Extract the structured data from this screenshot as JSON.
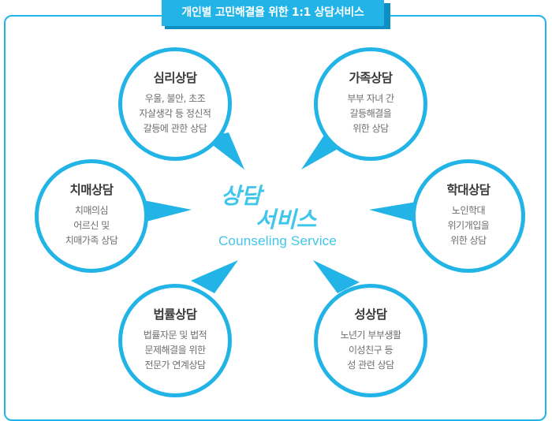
{
  "banner": {
    "text": "개인별 고민해결을 위한 1:1 상담서비스"
  },
  "center": {
    "title": "상담서비스",
    "subtitle": "Counseling Service"
  },
  "colors": {
    "accent": "#22b4e6",
    "banner_shadow": "#0d8fc4",
    "title_text": "#3a3a3a",
    "body_text": "#6e6e6e"
  },
  "services": [
    {
      "title": "심리상담",
      "desc": "우울, 불안, 초조\n자살생각 등 정신적\n갈등에 관한 상담"
    },
    {
      "title": "가족상담",
      "desc": "부부 자녀 간\n갈등해결을\n위한 상담"
    },
    {
      "title": "치매상담",
      "desc": "치매의심\n어르신 및\n치매가족 상담"
    },
    {
      "title": "학대상담",
      "desc": "노인학대\n위기개입을\n위한 상담"
    },
    {
      "title": "법률상담",
      "desc": "법률자문 및 법적\n문제해결을 위한\n전문가 연계상담"
    },
    {
      "title": "성상담",
      "desc": "노년기 부부생활\n이성친구 등\n성 관련 상담"
    }
  ]
}
